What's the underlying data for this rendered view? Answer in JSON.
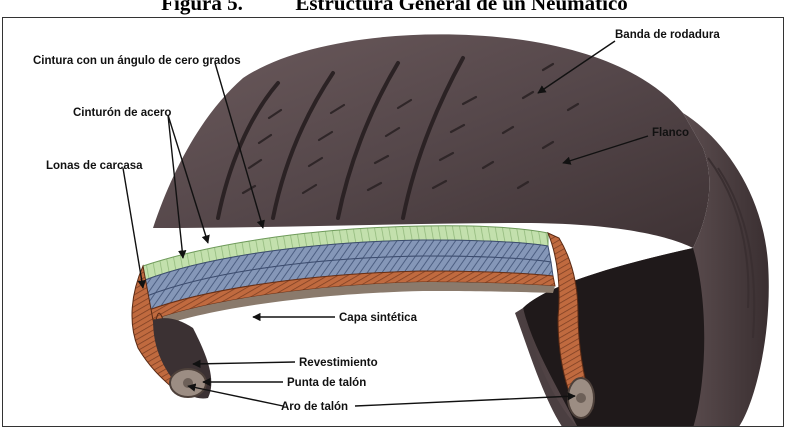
{
  "figure": {
    "caption_number": "Figura 5.",
    "caption_title": "Estructura General de un Neumático"
  },
  "labels": {
    "cintura": "Cintura con un ángulo de cero grados",
    "cinturon": "Cinturón de acero",
    "lonas": "Lonas de carcasa",
    "banda": "Banda de rodadura",
    "flanco": "Flanco",
    "capa": "Capa sintética",
    "revestimiento": "Revestimiento",
    "punta": "Punta de talón",
    "aro": "Aro de talón"
  },
  "colors": {
    "rubber": "#5a4a4c",
    "rubber_dark": "#2e2527",
    "belt_green": "#b9d9a4",
    "steel_belt": "#7f93b5",
    "carcass_ply": "#b5643c",
    "background": "#ffffff"
  }
}
